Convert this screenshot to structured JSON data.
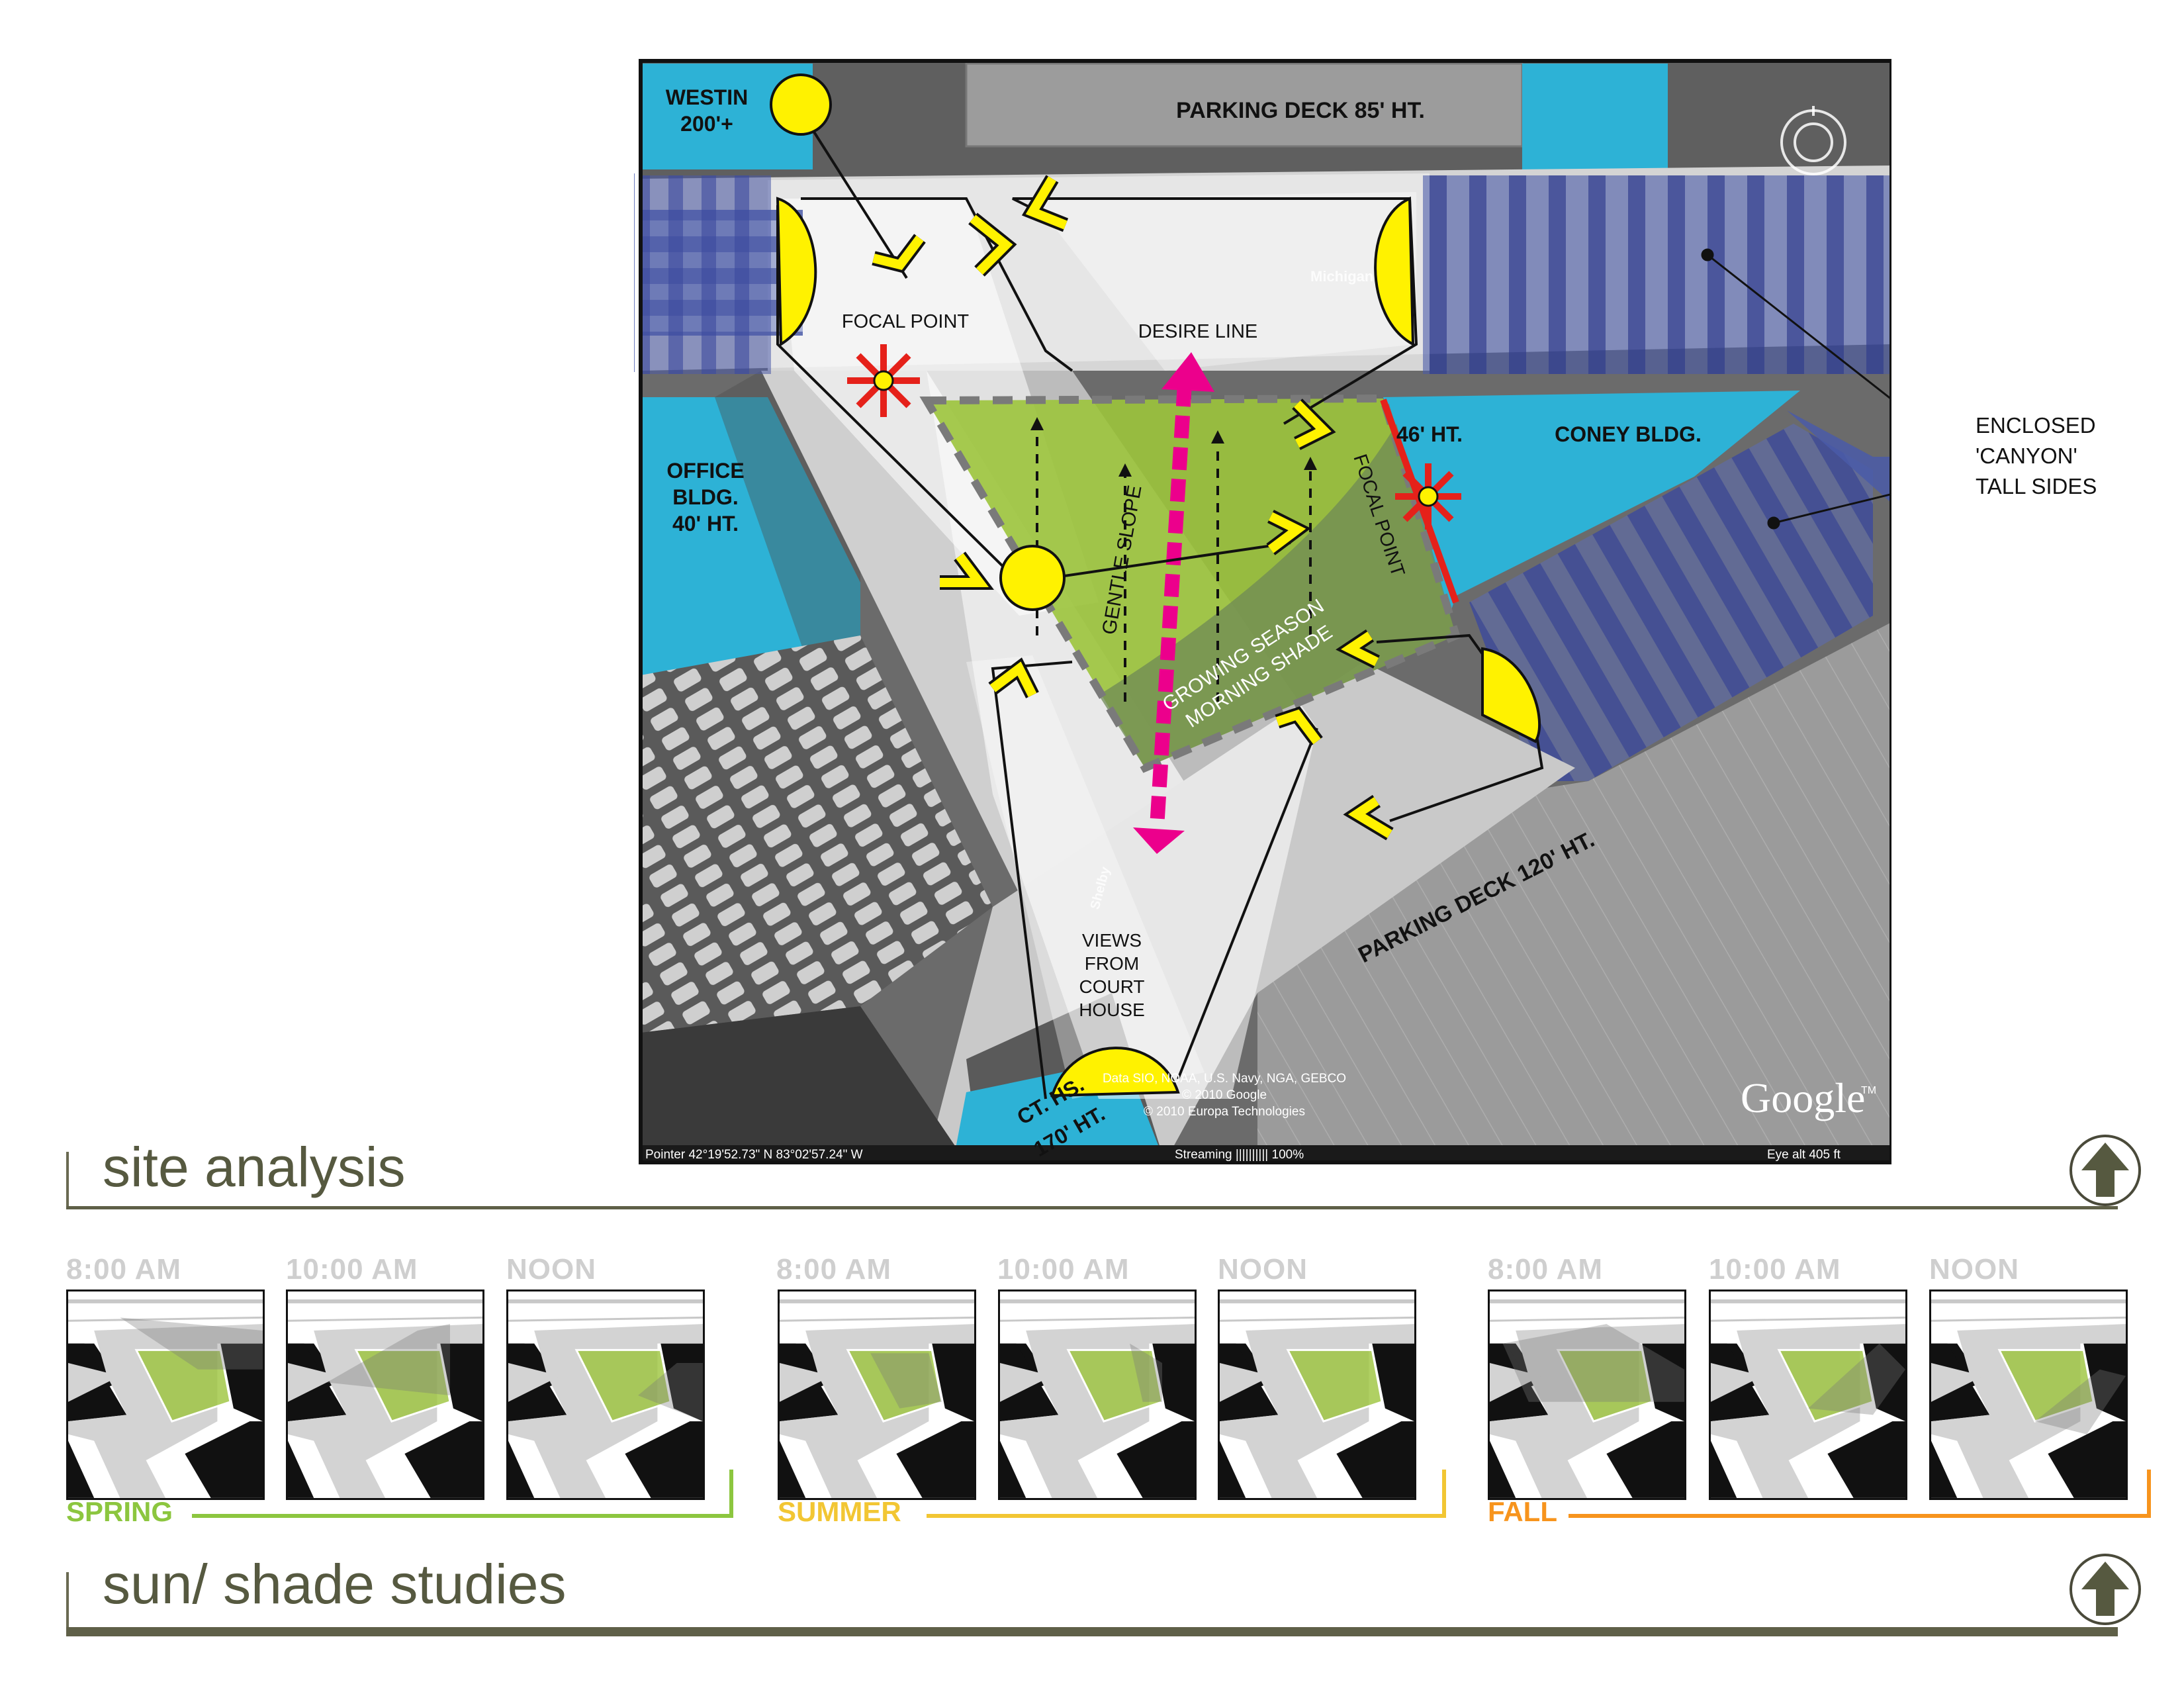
{
  "site_analysis": {
    "title": "site analysis",
    "labels": {
      "westin": [
        "WESTIN",
        "200'+"
      ],
      "parking_deck_top": "PARKING DECK  85' HT.",
      "focal_point_1": "FOCAL POINT",
      "desire_line": "DESIRE LINE",
      "office": [
        "OFFICE",
        "BLDG.",
        "40' HT."
      ],
      "height_46": "46' HT.",
      "coney": "CONEY BLDG.",
      "gentle_slope": "GENTLE SLOPE",
      "focal_point_2": "FOCAL POINT",
      "growing_season": [
        "GROWING SEASON",
        "MORNING SHADE"
      ],
      "parking_deck_bottom": "PARKING DECK  120' HT.",
      "views": [
        "VIEWS",
        "FROM",
        "COURT",
        "HOUSE"
      ],
      "ct_hs": [
        "CT. HS.",
        "170' HT."
      ],
      "street_michigan": "Michigan",
      "street_shelby": "Shelby",
      "credits": [
        "Data SIO, NOAA, U.S. Navy, NGA, GEBCO",
        "© 2010 Google",
        "© 2010 Europa Technologies"
      ],
      "google": "Google",
      "tm": "TM",
      "status_pointer": "Pointer   42°19'52.73\" N      83°02'57.24\" W",
      "status_streaming": "Streaming  ||||||||||  100%",
      "status_eye": "Eye alt        405 ft"
    },
    "callout": [
      "ENCLOSED",
      "'CANYON'",
      "TALL SIDES"
    ]
  },
  "sun_shade": {
    "title": "sun/ shade studies",
    "times": [
      "8:00 AM",
      "10:00 AM",
      "NOON"
    ],
    "seasons": [
      {
        "name": "SPRING",
        "color": "#8cc63f"
      },
      {
        "name": "SUMMER",
        "color": "#f2c633"
      },
      {
        "name": "FALL",
        "color": "#f7941d"
      }
    ]
  },
  "colors": {
    "section_title": "#565940",
    "accent_yellow": "#fff200",
    "desire_line": "#ec008c",
    "building_blue": "#2db2d6",
    "canyon_blue": "#3f4fa0",
    "plaza_green": "#9cc43c"
  },
  "icons": [
    "north-arrow-icon",
    "focal-point-star-icon",
    "view-cone-icon"
  ]
}
